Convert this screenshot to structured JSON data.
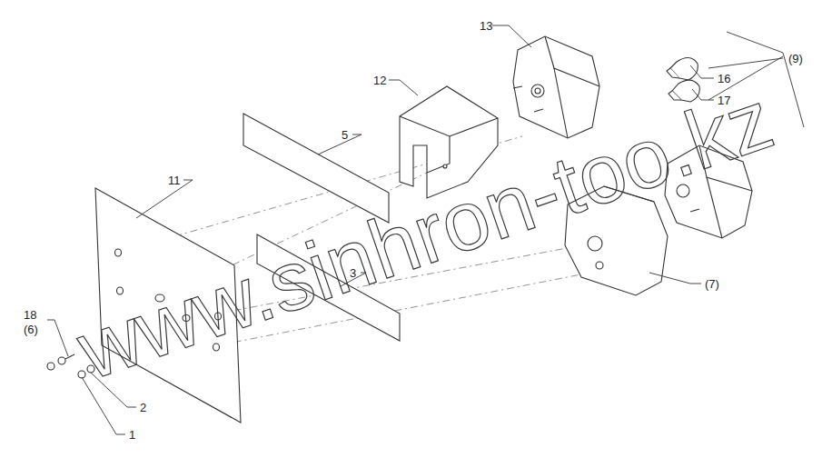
{
  "diagram": {
    "labels": [
      "13",
      "12",
      "5",
      "11",
      "16",
      "(9)",
      "17",
      "3",
      "18",
      "(6)",
      "(7)",
      "2",
      "1",
      "www.sinhron-too.kz"
    ]
  }
}
